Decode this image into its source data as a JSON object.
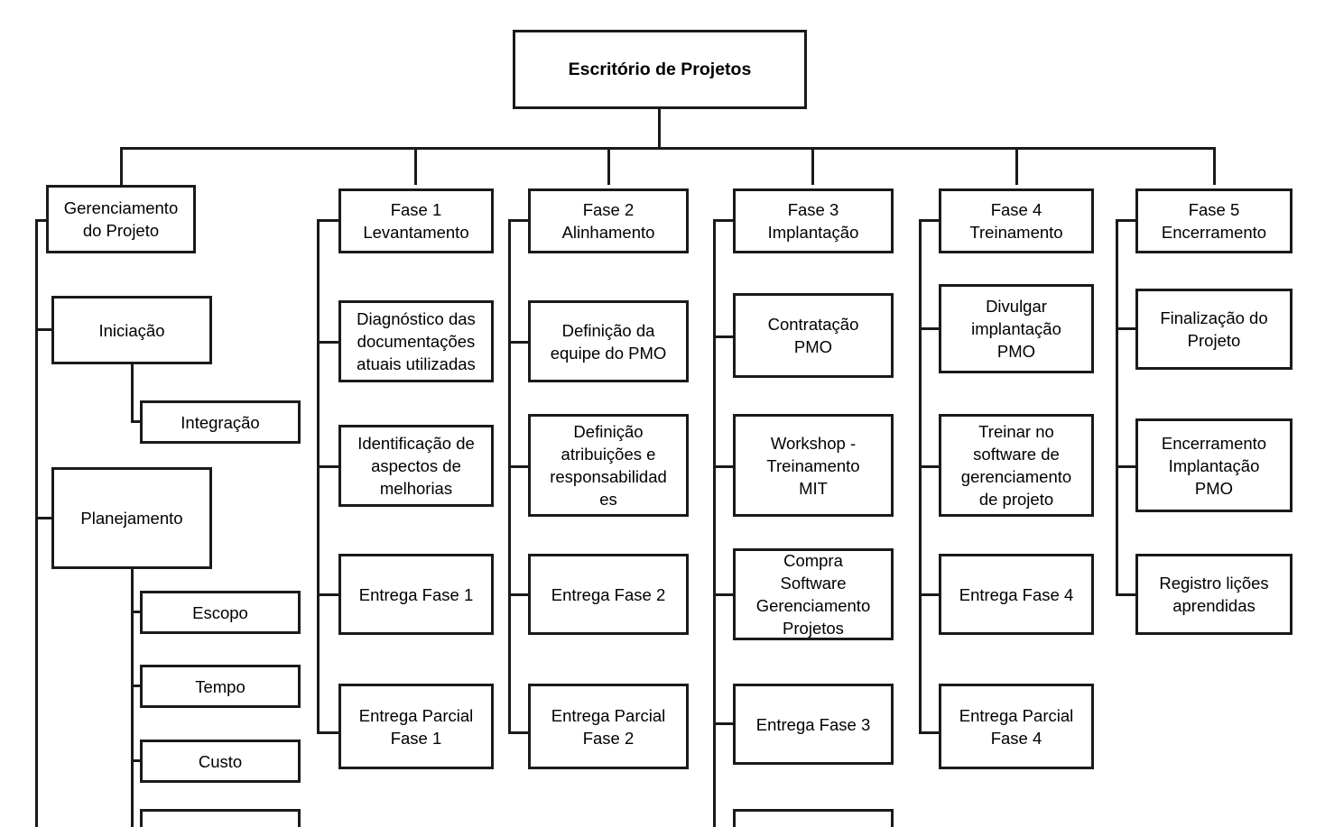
{
  "diagram": {
    "title": "Escritório de Projetos",
    "type": "work-breakdown-structure",
    "root": {
      "label": "Escritório de Projetos"
    },
    "columns": [
      {
        "id": "gerenciamento",
        "header": "Gerenciamento\ndo Projeto",
        "children": [
          {
            "label": "Iniciação",
            "children": [
              {
                "label": "Integração"
              }
            ]
          },
          {
            "label": "Planejamento",
            "children": [
              {
                "label": "Escopo"
              },
              {
                "label": "Tempo"
              },
              {
                "label": "Custo"
              },
              {
                "label": ""
              }
            ]
          }
        ]
      },
      {
        "id": "fase-1",
        "header": "Fase 1\nLevantamento",
        "children": [
          {
            "label": "Diagnóstico das\ndocumentações\natuais utilizadas"
          },
          {
            "label": "Identificação de\naspectos de\nmelhorias"
          },
          {
            "label": "Entrega Fase 1"
          },
          {
            "label": "Entrega Parcial\nFase 1"
          }
        ]
      },
      {
        "id": "fase-2",
        "header": "Fase 2\nAlinhamento",
        "children": [
          {
            "label": "Definição da\nequipe do PMO"
          },
          {
            "label": "Definição\natribuições e\nresponsabilidad\nes"
          },
          {
            "label": "Entrega Fase 2"
          },
          {
            "label": "Entrega Parcial\nFase 2"
          }
        ]
      },
      {
        "id": "fase-3",
        "header": "Fase 3\nImplantação",
        "children": [
          {
            "label": "Contratação\nPMO"
          },
          {
            "label": "Workshop -\nTreinamento\nMIT"
          },
          {
            "label": "Compra\nSoftware\nGerenciamento\nProjetos"
          },
          {
            "label": "Entrega Fase 3"
          },
          {
            "label": ""
          }
        ]
      },
      {
        "id": "fase-4",
        "header": "Fase 4\nTreinamento",
        "children": [
          {
            "label": "Divulgar\nimplantação\nPMO"
          },
          {
            "label": "Treinar no\nsoftware de\ngerenciamento\nde projeto"
          },
          {
            "label": "Entrega Fase 4"
          },
          {
            "label": "Entrega Parcial\nFase 4"
          }
        ]
      },
      {
        "id": "fase-5",
        "header": "Fase 5\nEncerramento",
        "children": [
          {
            "label": "Finalização do\nProjeto"
          },
          {
            "label": "Encerramento\nImplantação\nPMO"
          },
          {
            "label": "Registro lições\naprendidas"
          }
        ]
      }
    ],
    "colors": {
      "stroke": "#1a1a1a",
      "background": "#ffffff",
      "text": "#000000"
    }
  }
}
